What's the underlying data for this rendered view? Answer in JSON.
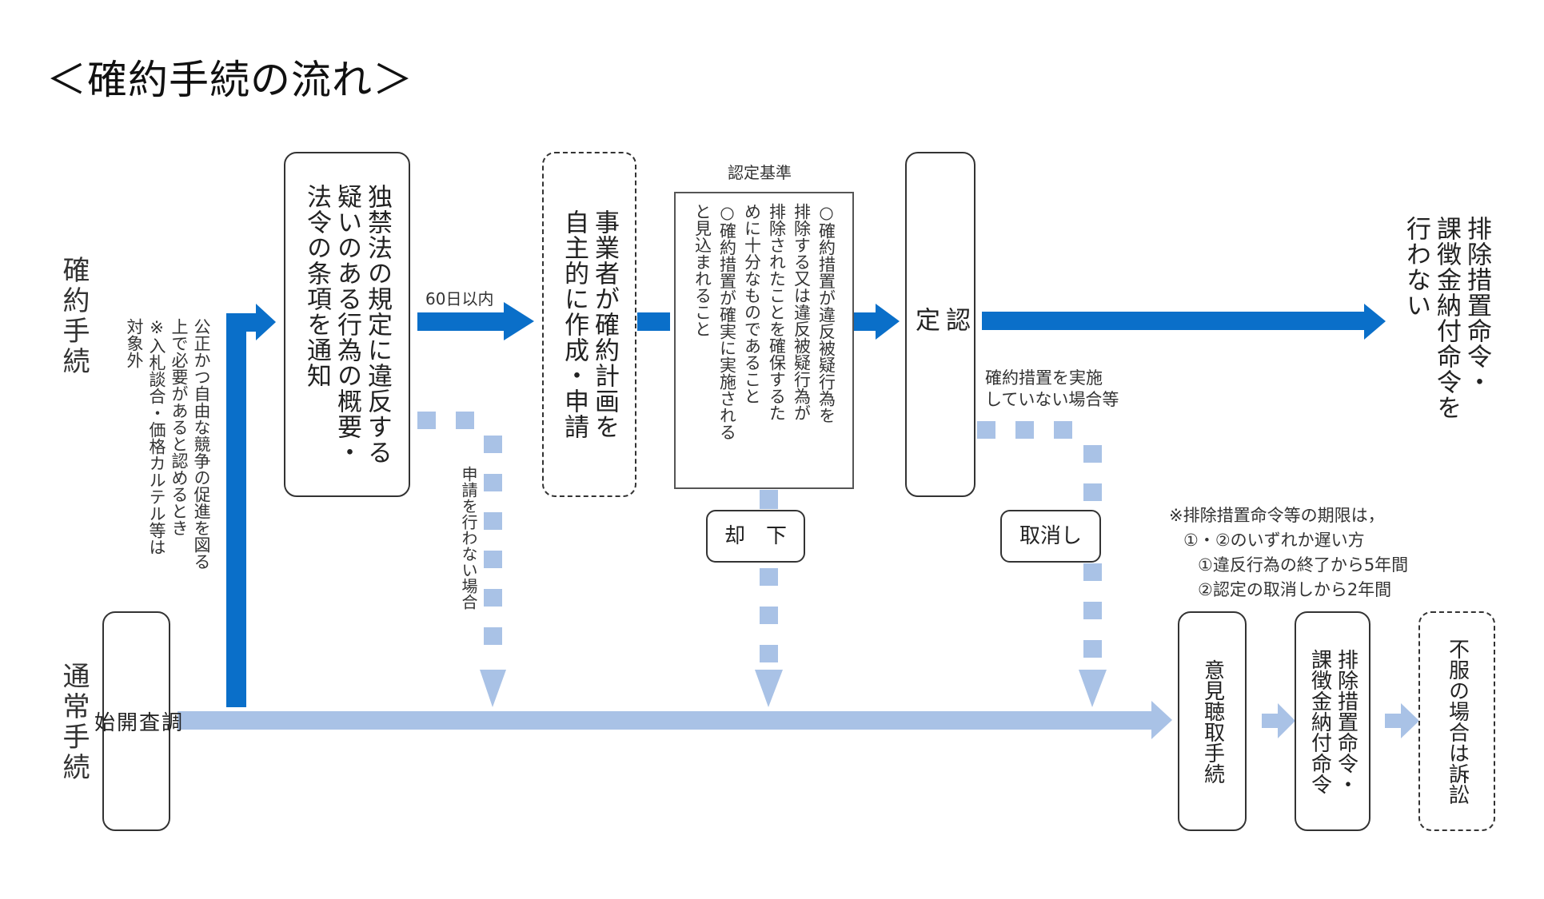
{
  "title": "＜確約手続の流れ＞",
  "lanes": {
    "commitment": "確約手続",
    "normal": "通常手続"
  },
  "colors": {
    "commitment_flow": "#0a6fc9",
    "normal_flow": "#a9c2e6",
    "box_border": "#333333"
  },
  "commitment_flow": {
    "branch_note": "公正かつ自由な競争の促進を図る\n上で必要があると認めるとき\n※入札談合・価格カルテル等は\n対象外",
    "notice_box": "独禁法の規定に違反する\n疑いのある行為の概要・\n法令の条項を通知",
    "deadline_label": "60日以内",
    "plan_box": "事業者が確約計画を\n自主的に作成・申請",
    "criteria_title": "認定基準",
    "criteria_box": "○確約措置が違反被疑行為を\n排除する又は違反被疑行為が\n排除されたことを確保するた\nめに十分なものであること\n○確約措置が確実に実施される\nと見込まれること",
    "approval_box": "認\n定",
    "outcome": "排除措置命令・\n課徴金納付命令を\n行わない"
  },
  "branches": {
    "no_application": "申請を行わない場合",
    "rejection": "却　下",
    "not_implemented": "確約措置を実施\nしていない場合等",
    "revocation": "取消し"
  },
  "normal_flow": {
    "start_box": "調\n査\n開\n始",
    "hearing_box": "意見聴取手続",
    "order_box": "排除措置命令・\n課徴金納付命令",
    "appeal_box": "不服の場合は訴訟"
  },
  "deadline_note": {
    "line1": "※排除措置命令等の期限は，",
    "line2": "①・②のいずれか遅い方",
    "line3": "①違反行為の終了から5年間",
    "line4": "②認定の取消しから2年間"
  }
}
